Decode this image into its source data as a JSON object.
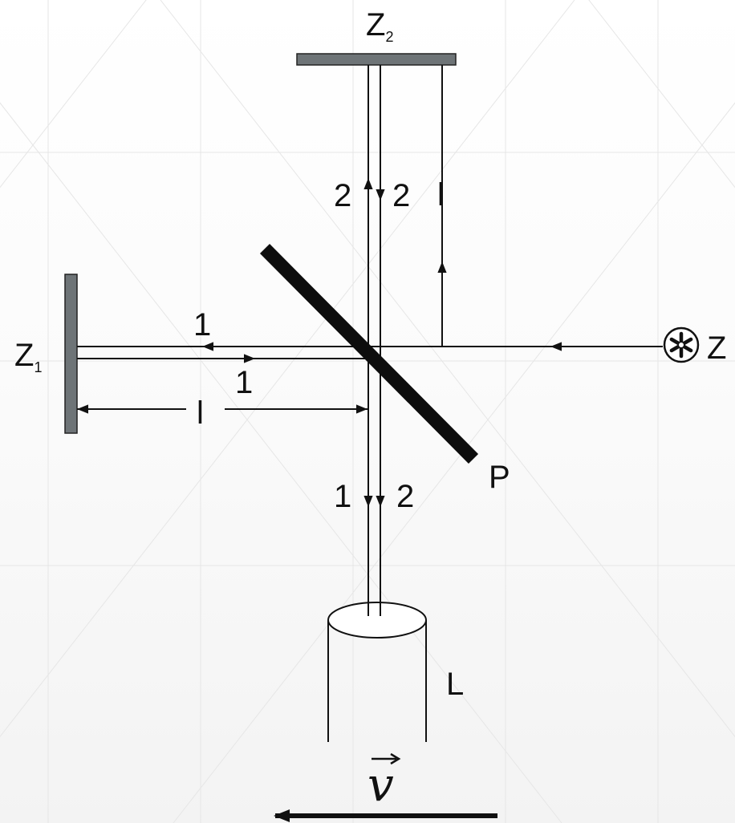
{
  "labels": {
    "z2_main": "Z",
    "z2_sub": "2",
    "z1_main": "Z",
    "z1_sub": "1",
    "z_source": "Z",
    "p_plate": "P",
    "l_telescope": "L",
    "arm_upper": "l",
    "arm_lower": "l",
    "ray_2_up": "2",
    "ray_2_down": "2",
    "ray_1_left": "1",
    "ray_1_right": "1",
    "ray_1_exit": "1",
    "ray_2_exit": "2",
    "velocity": "v"
  },
  "icons": {
    "source": "light-source-icon",
    "velocity_arrow": "arrow-left-icon"
  },
  "colors": {
    "line": "#111111",
    "mirror": "#6e7477",
    "plate": "#0d0d0d",
    "grid": "#e6e6e6"
  }
}
